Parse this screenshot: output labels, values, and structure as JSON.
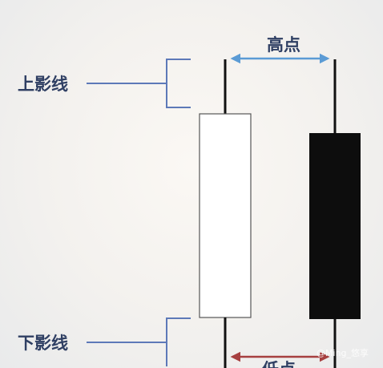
{
  "labels": {
    "upper_shadow": "上影线",
    "lower_shadow": "下影线",
    "high_point": "高点",
    "low_point": "低点"
  },
  "watermark": "@Ming_悠享",
  "colors": {
    "label_text": "#2f3f63",
    "bracket": "#5d79b8",
    "leader_line": "#5d79b8",
    "wick": "#111111",
    "bullish_body_fill": "#ffffff",
    "bearish_body_fill": "#0d0d0d",
    "high_arrow": "#5b9bd5",
    "low_arrow": "#a64040"
  },
  "candles": [
    {
      "name": "bullish",
      "body": "hollow"
    },
    {
      "name": "bearish",
      "body": "solid"
    }
  ]
}
